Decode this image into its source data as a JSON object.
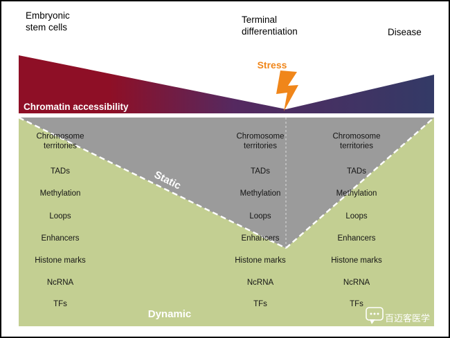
{
  "header": {
    "left": "Embryonic stem cells",
    "center": "Terminal differentiation",
    "right": "Disease"
  },
  "band": {
    "label": "Chromatin accessibility",
    "colors": {
      "left": "#8E0F26",
      "mid": "#552960",
      "right": "#333A66"
    }
  },
  "stress": {
    "label": "Stress",
    "color": "#F0861A"
  },
  "zones": {
    "static_label": "Static",
    "dynamic_label": "Dynamic",
    "static_color": "#9B9B9B",
    "dynamic_color": "#C3CF92"
  },
  "layers": {
    "items": [
      "Chromosome territories",
      "TADs",
      "Methylation",
      "Loops",
      "Enhancers",
      "Histone marks",
      "NcRNA",
      "TFs"
    ]
  },
  "watermark": {
    "text": "百迈客医学"
  }
}
